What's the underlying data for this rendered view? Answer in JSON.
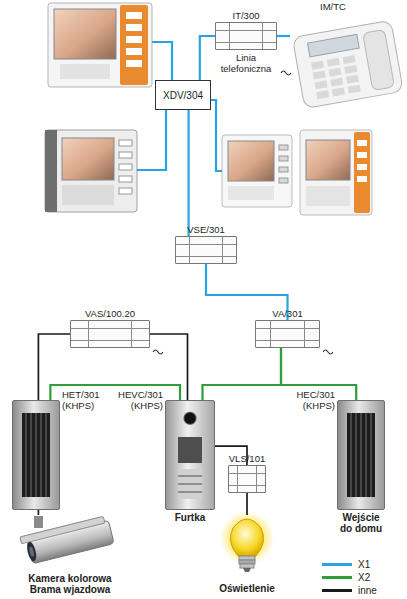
{
  "diagram": {
    "nodes": [
      {
        "text": [
          "IT/300",
          "Linia telefoniczna"
        ]
      },
      {
        "text": [
          "IM/TC"
        ]
      },
      {
        "text": [
          "XDV/304"
        ]
      },
      {
        "text": [
          "VSE/301"
        ]
      },
      {
        "text": [
          "VAS/100.20"
        ]
      },
      {
        "text": [
          "VA/301"
        ]
      },
      {
        "text": [
          "HET/301 (KHPS)"
        ]
      },
      {
        "text": [
          "HEVC/301 (KHPS)",
          "Furtka"
        ]
      },
      {
        "text": [
          "VLS/101"
        ]
      },
      {
        "text": [
          "HEC/301 (KHPS)",
          "Wejście do domu"
        ]
      },
      {
        "text": [
          "Kamera kolorowa Brama wjazdowa"
        ]
      },
      {
        "text": [
          "Oświetlenie"
        ]
      }
    ],
    "edges": [
      {
        "from": 2,
        "to": 0,
        "arrow": "none"
      },
      {
        "from": 0,
        "to": 1,
        "arrow": "none"
      },
      {
        "from": 2,
        "to": 3,
        "arrow": "none"
      },
      {
        "from": 3,
        "to": 5,
        "arrow": "none"
      },
      {
        "from": 4,
        "to": 6,
        "arrow": "none"
      },
      {
        "from": 4,
        "to": 7,
        "arrow": "none"
      },
      {
        "from": 6,
        "to": 7,
        "arrow": "none"
      },
      {
        "from": 5,
        "to": 7,
        "arrow": "none"
      },
      {
        "from": 5,
        "to": 9,
        "arrow": "none"
      },
      {
        "from": 7,
        "to": 8,
        "arrow": "none"
      },
      {
        "from": 8,
        "to": 11,
        "arrow": "none"
      },
      {
        "from": 6,
        "to": 10,
        "arrow": "none"
      }
    ],
    "legend": [
      {
        "text": "X1",
        "color": "#29a3e3"
      },
      {
        "text": "X2",
        "color": "#2e9d3a"
      },
      {
        "text": "inne",
        "color": "#1a1a1a"
      }
    ]
  }
}
